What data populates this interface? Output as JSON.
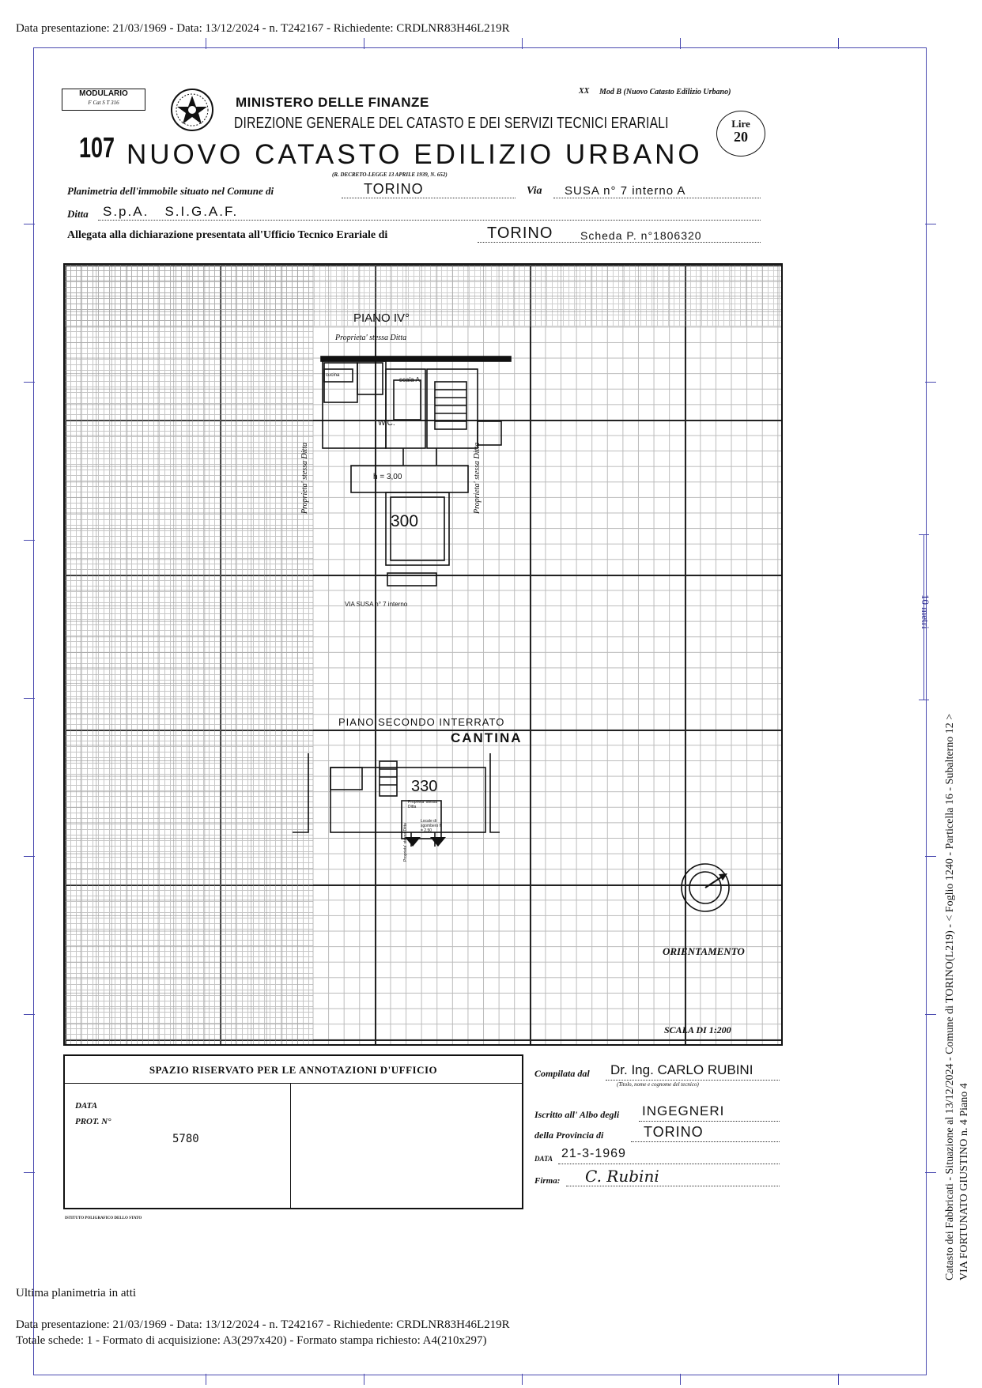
{
  "header": {
    "top_line": "Data presentazione: 21/03/1969 - Data: 13/12/2024 - n. T242167 - Richiedente: CRDLNR83H46L219R"
  },
  "form": {
    "modulario": "MODULARIO",
    "modulario_code": "F  Cat  S  T   316",
    "ministry": "MINISTERO DELLE FINANZE",
    "direction": "DIREZIONE GENERALE DEL CATASTO E DEI SERVIZI TECNICI ERARIALI",
    "number": "107",
    "title": "NUOVO CATASTO EDILIZIO URBANO",
    "decree": "(R. DECRETO-LEGGE 13 APRILE 1939, N. 652)",
    "mod": "Mod B (Nuovo Catasto Edilizio Urbano)",
    "mod_prefix": "XX",
    "lire_label": "Lire",
    "lire_value": "20",
    "planimetria_label": "Planimetria dell'immobile situato nel Comune di",
    "comune": "TORINO",
    "via_label": "Via",
    "via": "SUSA n° 7 interno A",
    "ditta_label": "Ditta",
    "ditta": "S.p.A.   S.I.G.A.F.",
    "allegata_label": "Allegata alla dichiarazione presentata all'Ufficio Tecnico Erariale di",
    "ufficio": "TORINO",
    "scheda": "Scheda P. n°1806320"
  },
  "plan": {
    "piano_iv": "PIANO IV°",
    "proprieta_top": "Proprieta' stessa Ditta",
    "proprieta_left": "Proprieta' stessa Ditta",
    "proprieta_right": "Proprieta' stessa Ditta",
    "scala_a": "scala A",
    "cucina": "cucina",
    "wc": "W.C.",
    "h_label": "h = 3,00",
    "height_300": "300",
    "via_bottom": "VIA SUSA n° 7 interno",
    "piano_interrato": "PIANO SECONDO INTERRATO",
    "cantina": "CANTINA",
    "height_330": "330",
    "prop_small": "Proprieta' stessa Ditta",
    "locale": "Locale di sgombero h = 2,50",
    "prop_small2": "Proprieta' stessa Ditta",
    "orientamento": "ORIENTAMENTO",
    "scala": "SCALA DI 1:200"
  },
  "office": {
    "spazio": "SPAZIO RISERVATO PER LE ANNOTAZIONI D'UFFICIO",
    "data_label": "DATA",
    "prot_label": "PROT. N°",
    "prot_value": "5780",
    "istituto": "ISTITUTO POLIGRAFICO DELLO STATO"
  },
  "compiler": {
    "compilata_label": "Compilata dal",
    "name": "Dr. Ing. CARLO RUBINI",
    "name_sub": "(Titolo, nome e cognome del tecnico)",
    "iscritto_label": "Iscritto all' Albo degli",
    "albo": "INGEGNERI",
    "provincia_label": "della Provincia di",
    "provincia": "TORINO",
    "data_label": "DATA",
    "data": "21-3-1969",
    "firma_label": "Firma:",
    "firma": "C. Rubini"
  },
  "side": {
    "scale_note": "10 metri",
    "line1": "Catasto dei Fabbricati - Situazione al 13/12/2024 - Comune di TORINO(L219) - <  Foglio 1240 - Particella 16 - Subalterno 12 >",
    "line2": "VIA FORTUNATO GIUSTINO n. 4 Piano 4"
  },
  "footer": {
    "ultima": "Ultima planimetria in atti",
    "line1": "Data presentazione: 21/03/1969 - Data: 13/12/2024 - n. T242167 - Richiedente: CRDLNR83H46L219R",
    "line2": "Totale schede: 1 - Formato di acquisizione: A3(297x420)  - Formato stampa richiesto: A4(210x297)"
  }
}
